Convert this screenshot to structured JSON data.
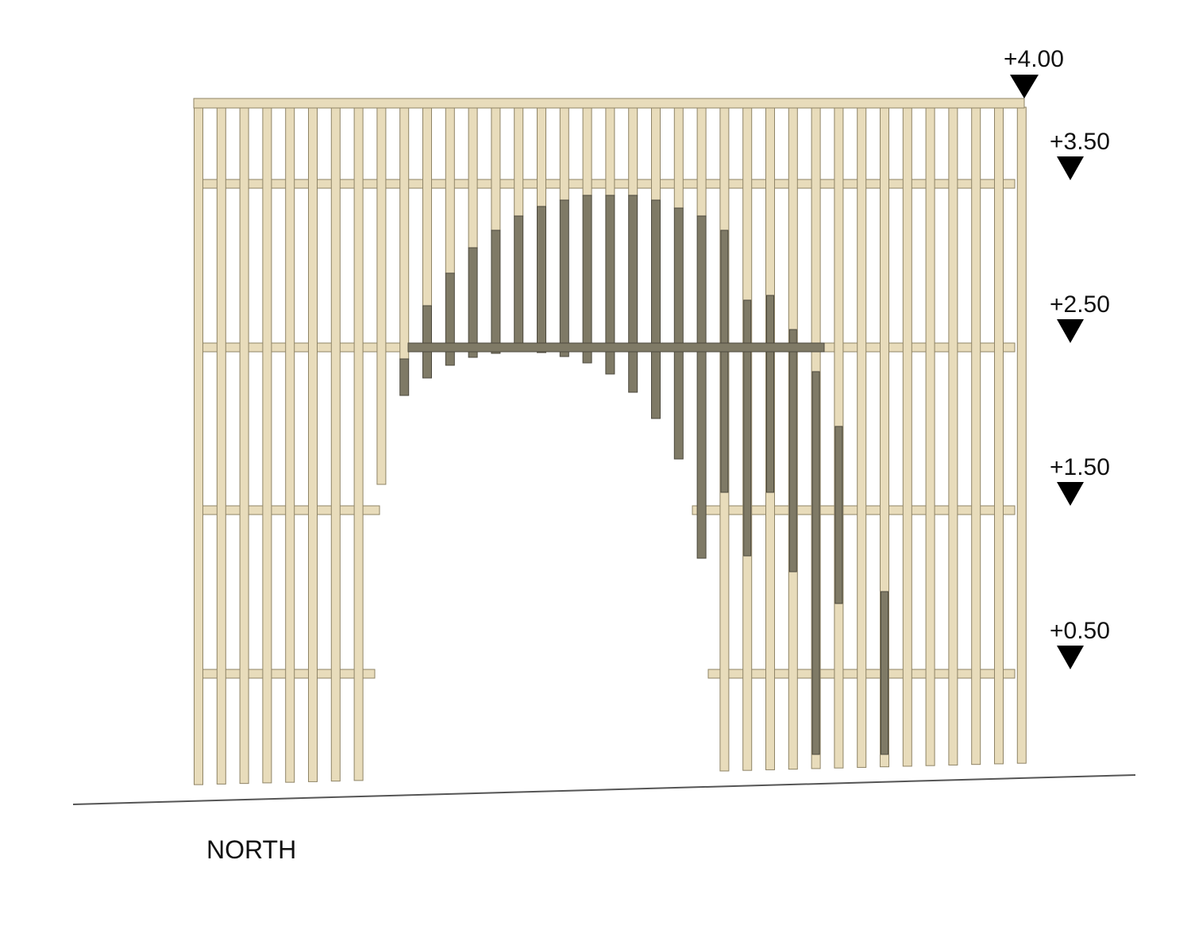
{
  "title": "NORTH",
  "levels": [
    {
      "label": "+4.00",
      "value": 4.0
    },
    {
      "label": "+3.50",
      "value": 3.5
    },
    {
      "label": "+2.50",
      "value": 2.5
    },
    {
      "label": "+1.50",
      "value": 1.5
    },
    {
      "label": "+0.50",
      "value": 0.5
    }
  ],
  "colors": {
    "timber": "#e8dcbb",
    "timber_edge": "#8f8466",
    "dark_timber": "#7f7a66",
    "dark_edge": "#4c493d",
    "ground": "#555555",
    "marker": "#000000"
  }
}
